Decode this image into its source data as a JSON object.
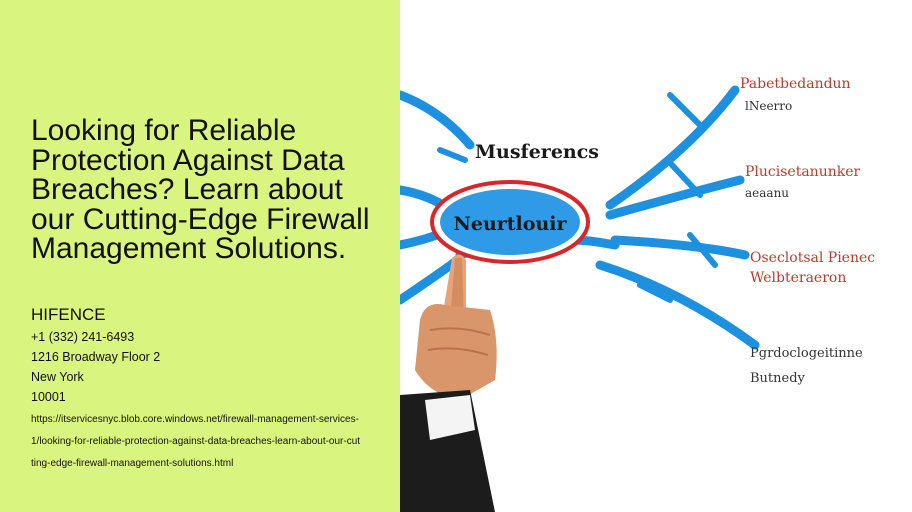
{
  "title": "Looking for Reliable Protection Against Data Breaches? Learn about our Cutting-Edge Firewall Management Solutions.",
  "company": {
    "name": "HIFENCE",
    "phone": "+1 (332) 241-6493",
    "address": "1216 Broadway Floor 2",
    "city": "New York",
    "zip": "10001"
  },
  "url": "https://itservicesnyc.blob.core.windows.net/firewall-management-services-1/looking-for-reliable-protection-against-data-breaches-learn-about-our-cutting-edge-firewall-management-solutions.html",
  "image": {
    "center_label": "Neurtlouir",
    "top_label": "Musferencs",
    "branch1_title": "Pabetbedandun",
    "branch1_sub": "lNeerro",
    "branch2_title": "Plucisetanunker",
    "branch2_sub": "aeaanu",
    "branch3_title": "Oseclotsal Pienec",
    "branch3_sub": "Welbteraeron",
    "branch4_title": "Pgrdoclogeitinne",
    "branch4_sub": "Butnedy"
  },
  "colors": {
    "left_panel_bg": "#d9f57f",
    "branch_blue": "#1e90e0",
    "node_red": "#d8262b",
    "node_blue": "#2f9be6",
    "label_red": "#c0392b"
  }
}
